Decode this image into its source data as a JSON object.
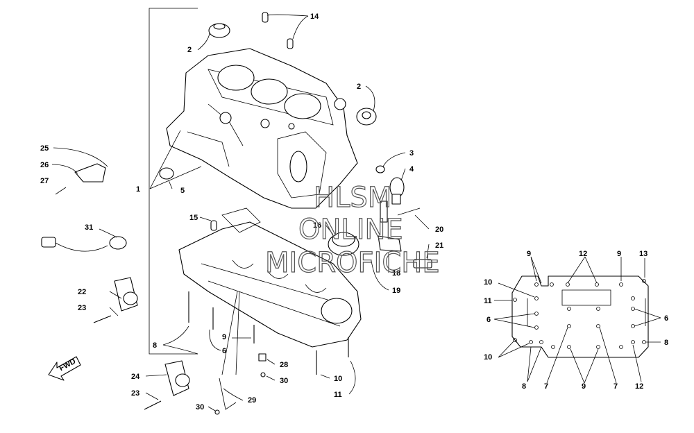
{
  "watermark": {
    "line1": "HLSM",
    "line2": "ONLINE",
    "line3": "MICROFICHE"
  },
  "fwd_label": "FWD",
  "callouts": [
    "1",
    "2",
    "3",
    "4",
    "5",
    "6",
    "7",
    "8",
    "9",
    "10",
    "11",
    "12",
    "13",
    "14",
    "15",
    "16",
    "18",
    "19",
    "20",
    "21",
    "22",
    "23",
    "24",
    "25",
    "26",
    "27",
    "28",
    "29",
    "30",
    "31"
  ]
}
